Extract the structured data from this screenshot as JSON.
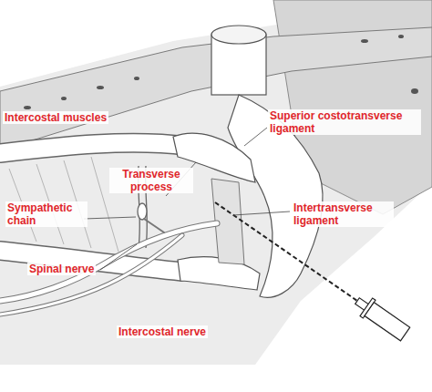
{
  "diagram": {
    "labels": [
      "Intercostal muscles",
      "Superior costotransverse ligament",
      "Transverse process",
      "Sympathetic chain",
      "Intertransverse ligament",
      "Spinal nerve",
      "Intercostal nerve"
    ]
  }
}
